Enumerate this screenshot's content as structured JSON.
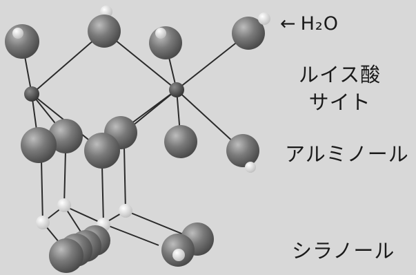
{
  "labels": {
    "h2o_arrow": "←",
    "h2o": "H₂O",
    "lewis_line1": "ルイス酸",
    "lewis_line2": "サイト",
    "aluminol": "アルミノール",
    "silanol": "シラノール"
  },
  "colors": {
    "background": "#d8d8d8",
    "large_atom": "#6b6b6b",
    "small_dark_atom": "#4a4a4a",
    "light_atom": "#f2f2f2",
    "bond": "#2a2a2a"
  }
}
